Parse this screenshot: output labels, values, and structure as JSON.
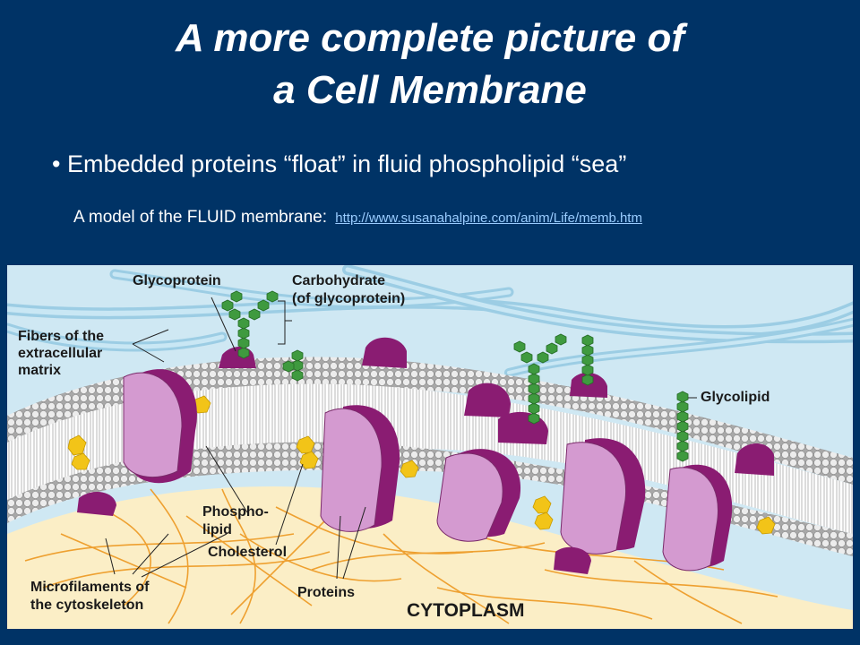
{
  "slide": {
    "title_line1": "A more complete picture of",
    "title_line2": "a Cell Membrane",
    "bullet": "• Embedded proteins “float” in fluid phospholipid “sea”",
    "model_prefix": "A model of the FLUID membrane:",
    "model_link": "http://www.susanahalpine.com/anim/Life/memb.htm"
  },
  "diagram": {
    "labels": {
      "glycoprotein": "Glycoprotein",
      "carb1": "Carbohydrate",
      "carb2": "(of glycoprotein)",
      "fibers1": "Fibers of the",
      "fibers2": "extracellular",
      "fibers3": "matrix",
      "glycolipid": "Glycolipid",
      "phospho1": "Phospho-",
      "phospho2": "lipid",
      "cholesterol": "Cholesterol",
      "micro1": "Microfilaments of",
      "micro2": "the cytoskeleton",
      "proteins": "Proteins",
      "cytoplasm": "CYTOPLASM"
    },
    "colors": {
      "background": "#003366",
      "extracellular": "#cfe8f3",
      "fiber": "#a8d6ea",
      "cytoplasm": "#fbeec6",
      "microfilament": "#f0a030",
      "phospholipid_head": "#d8d8d8",
      "protein_light": "#d49ad0",
      "protein_dark": "#8a1c72",
      "carbohydrate": "#3f9a3f",
      "cholesterol": "#f2c418"
    }
  }
}
